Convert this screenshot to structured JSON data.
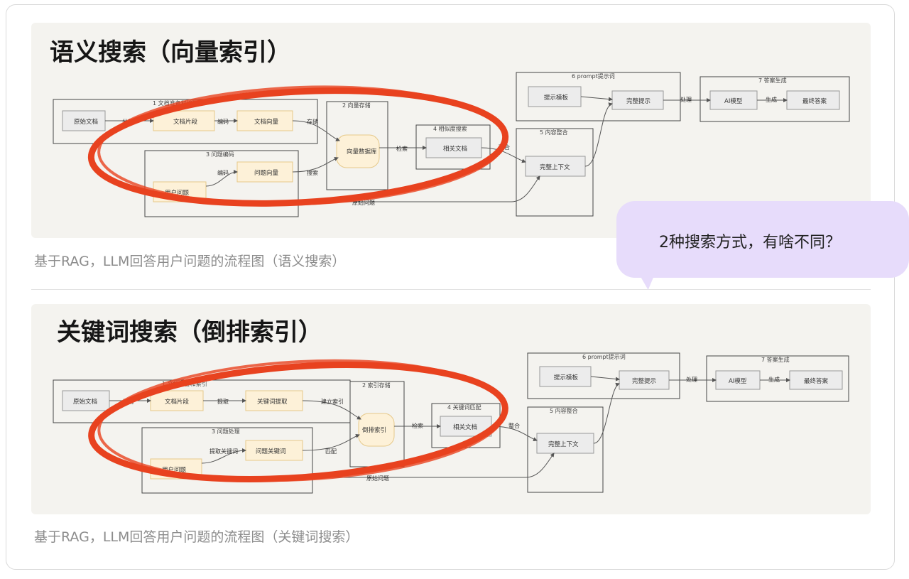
{
  "panel1": {
    "title": "语义搜索（向量索引）",
    "caption": "基于RAG，LLM回答用户问题的流程图（语义搜索）",
    "groups": {
      "doc_prep": "1 文档准备和编码",
      "vector_store": "2 向量存储",
      "question_enc": "3 问题编码",
      "similarity": "4 相似度搜索",
      "prompt": "6 prompt提示词",
      "merge": "5 内容整合",
      "answer": "7 答案生成"
    },
    "nodes": {
      "raw_doc": "原始文档",
      "doc_chunk": "文档片段",
      "doc_vector": "文档向量",
      "vector_db": "向量数据库",
      "user_question": "用户问题",
      "question_vector": "问题向量",
      "related_docs": "相关文档",
      "full_context": "完整上下文",
      "prompt_template": "提示模板",
      "full_prompt": "完整提示",
      "ai_model": "AI模型",
      "final_answer": "最终答案"
    },
    "edges": {
      "split": "分割",
      "encode1": "编码",
      "store": "存储",
      "encode2": "编码",
      "search": "搜索",
      "retrieve": "检索",
      "merge": "整合",
      "process": "处理",
      "generate": "生成",
      "original_q": "原始问题"
    }
  },
  "panel2": {
    "title": "关键词搜索（倒排索引）",
    "caption": "基于RAG，LLM回答用户问题的流程图（关键词搜索）",
    "groups": {
      "doc_prep": "1 文档准备和索引",
      "index_store": "2 索引存储",
      "question_proc": "3 问题处理",
      "keyword_match": "4 关键词匹配",
      "prompt": "6 prompt提示词",
      "merge": "5 内容整合",
      "answer": "7 答案生成"
    },
    "nodes": {
      "raw_doc": "原始文档",
      "doc_chunk": "文档片段",
      "keyword_extract": "关键词提取",
      "inverted_index": "倒排索引",
      "user_question": "用户问题",
      "question_keyword": "问题关键词",
      "related_docs": "相关文档",
      "full_context": "完整上下文",
      "prompt_template": "提示模板",
      "full_prompt": "完整提示",
      "ai_model": "AI模型",
      "final_answer": "最终答案"
    },
    "edges": {
      "split": "分割",
      "extract": "提取",
      "build_index": "建立索引",
      "extract_kw": "提取关键词",
      "match": "匹配",
      "retrieve": "检索",
      "merge": "整合",
      "process": "处理",
      "generate": "生成",
      "original_q": "原始问题"
    }
  },
  "bubble": {
    "text": "2种搜索方式，有啥不同？"
  },
  "colors": {
    "highlight": "#e8421f",
    "bubble": "#e7dcfb",
    "node_fill_yellow": "#fdf1d8",
    "node_fill_grey": "#ececec"
  }
}
